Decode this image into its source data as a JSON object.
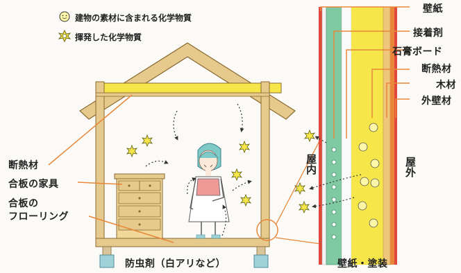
{
  "legend": {
    "material_chemicals": "建物の素材に含まれる化学物質",
    "volatile_chemicals": "揮発した化学物質"
  },
  "house_labels": {
    "insulation": "断熱材",
    "plywood_furniture": "合板の家具",
    "plywood_flooring_line1": "合板の",
    "plywood_flooring_line2": "フローリング",
    "termite_repellent": "防虫剤（白アリなど）"
  },
  "wall_layers": [
    "壁紙",
    "接着剤",
    "石膏ボード",
    "断熱材",
    "木材",
    "外壁材"
  ],
  "wall_sides": {
    "inside": "屋内",
    "outside": "屋外"
  },
  "wall_bottom_label": "壁紙・塗装",
  "colors": {
    "wood": "#e6c98c",
    "wood_dark": "#b8914c",
    "insulation_yellow": "#f6e64a",
    "wall_green": "#7fc9a3",
    "wall_blue": "#8ec5e6",
    "accent_orange": "#e8873a",
    "wall_red": "#e0483a"
  }
}
